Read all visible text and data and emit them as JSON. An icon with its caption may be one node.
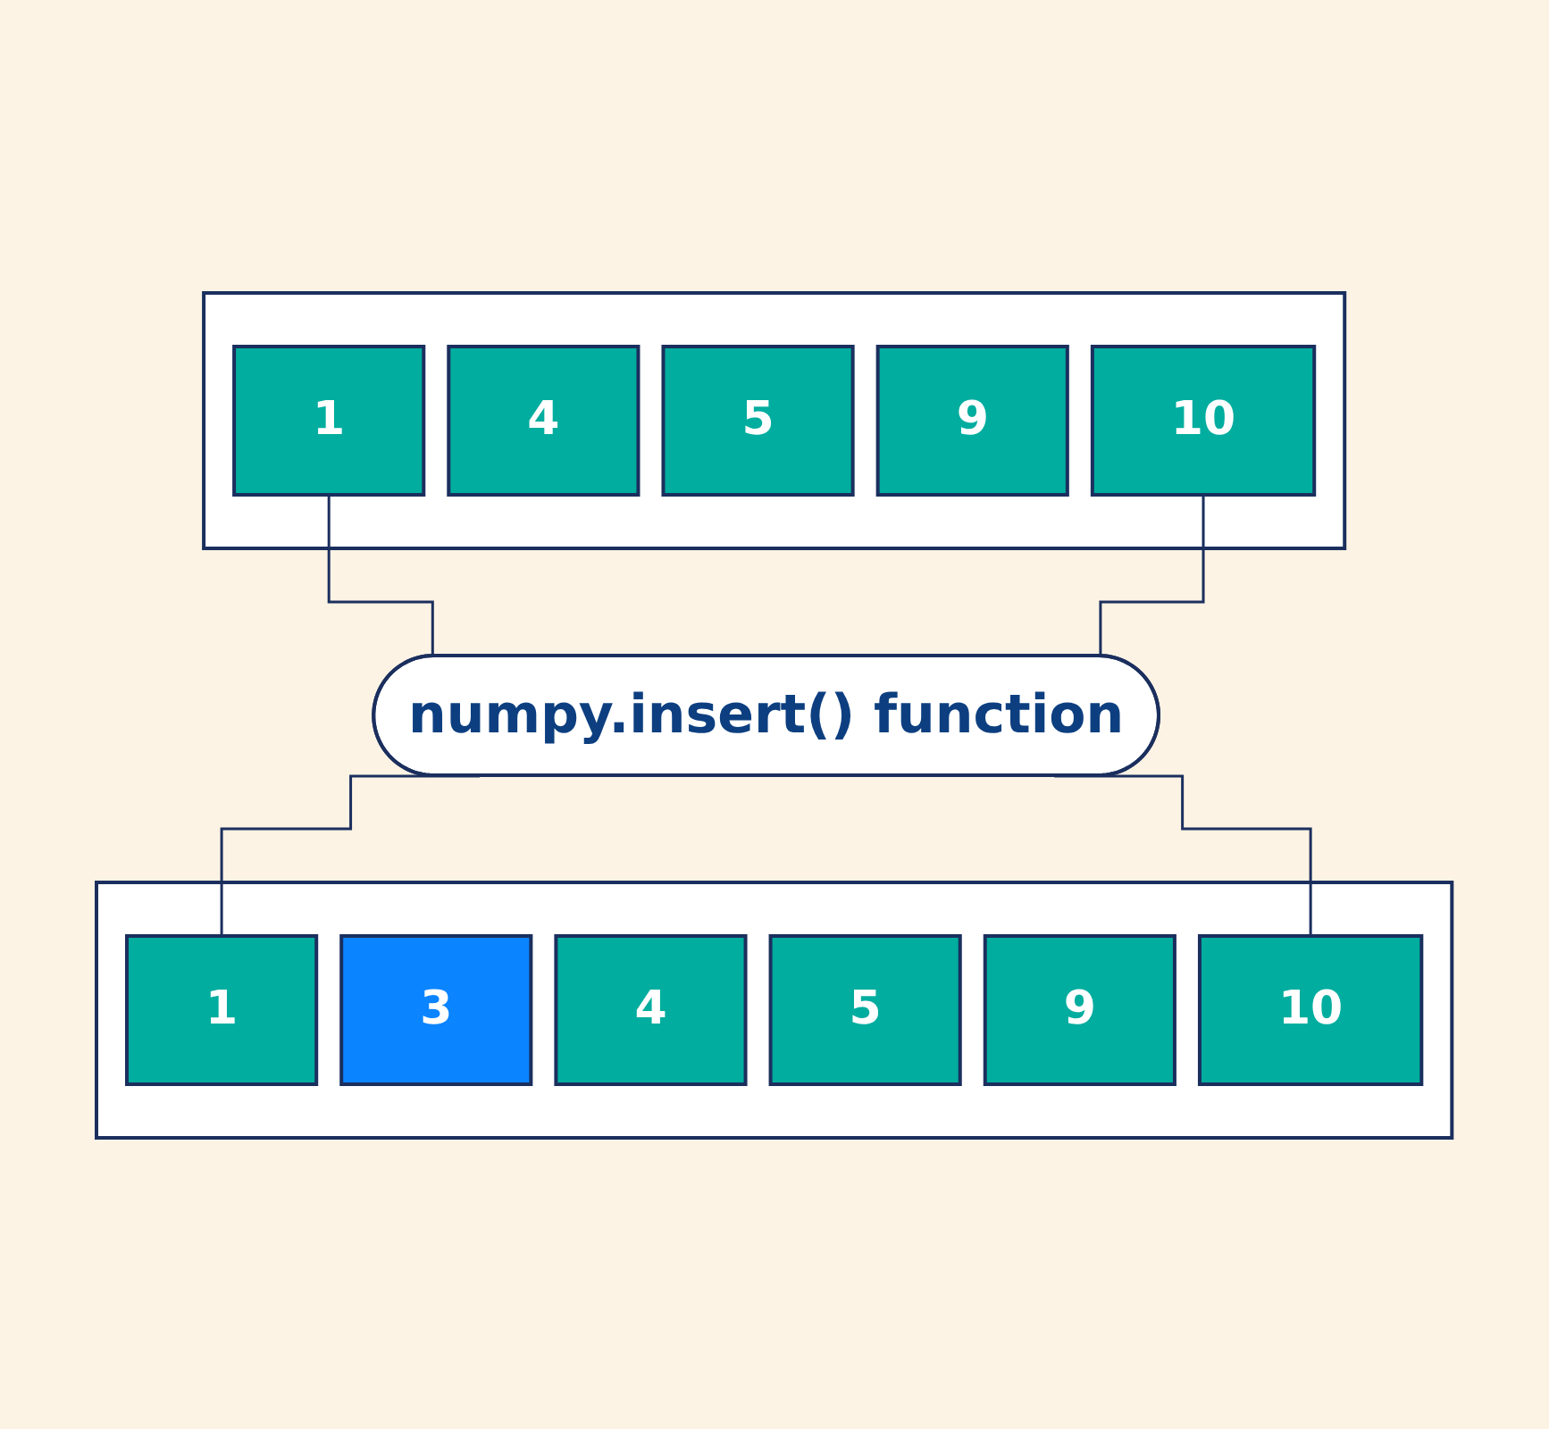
{
  "diagram": {
    "nodes": [
      {
        "text": [],
        "shape": "box"
      },
      {
        "text": [
          "1"
        ],
        "in": 0
      },
      {
        "text": [
          "4"
        ],
        "in": 0
      },
      {
        "text": [
          "5"
        ],
        "in": 0
      },
      {
        "text": [
          "9"
        ],
        "in": 0
      },
      {
        "text": [
          "10"
        ],
        "in": 0
      },
      {
        "text": [
          "numpy.insert() function"
        ]
      },
      {
        "text": [],
        "shape": "box"
      },
      {
        "text": [
          "1"
        ],
        "in": 7
      },
      {
        "text": [
          "3"
        ],
        "in": 7
      },
      {
        "text": [
          "4"
        ],
        "in": 7
      },
      {
        "text": [
          "5"
        ],
        "in": 7
      },
      {
        "text": [
          "9"
        ],
        "in": 7
      },
      {
        "text": [
          "10"
        ],
        "in": 7
      }
    ],
    "edges": [
      {
        "from": 1,
        "to": 6,
        "arrow": "none"
      },
      {
        "from": 5,
        "to": 6,
        "arrow": "none"
      },
      {
        "from": 6,
        "to": 8,
        "arrow": "none"
      },
      {
        "from": 6,
        "to": 13,
        "arrow": "none"
      }
    ]
  }
}
